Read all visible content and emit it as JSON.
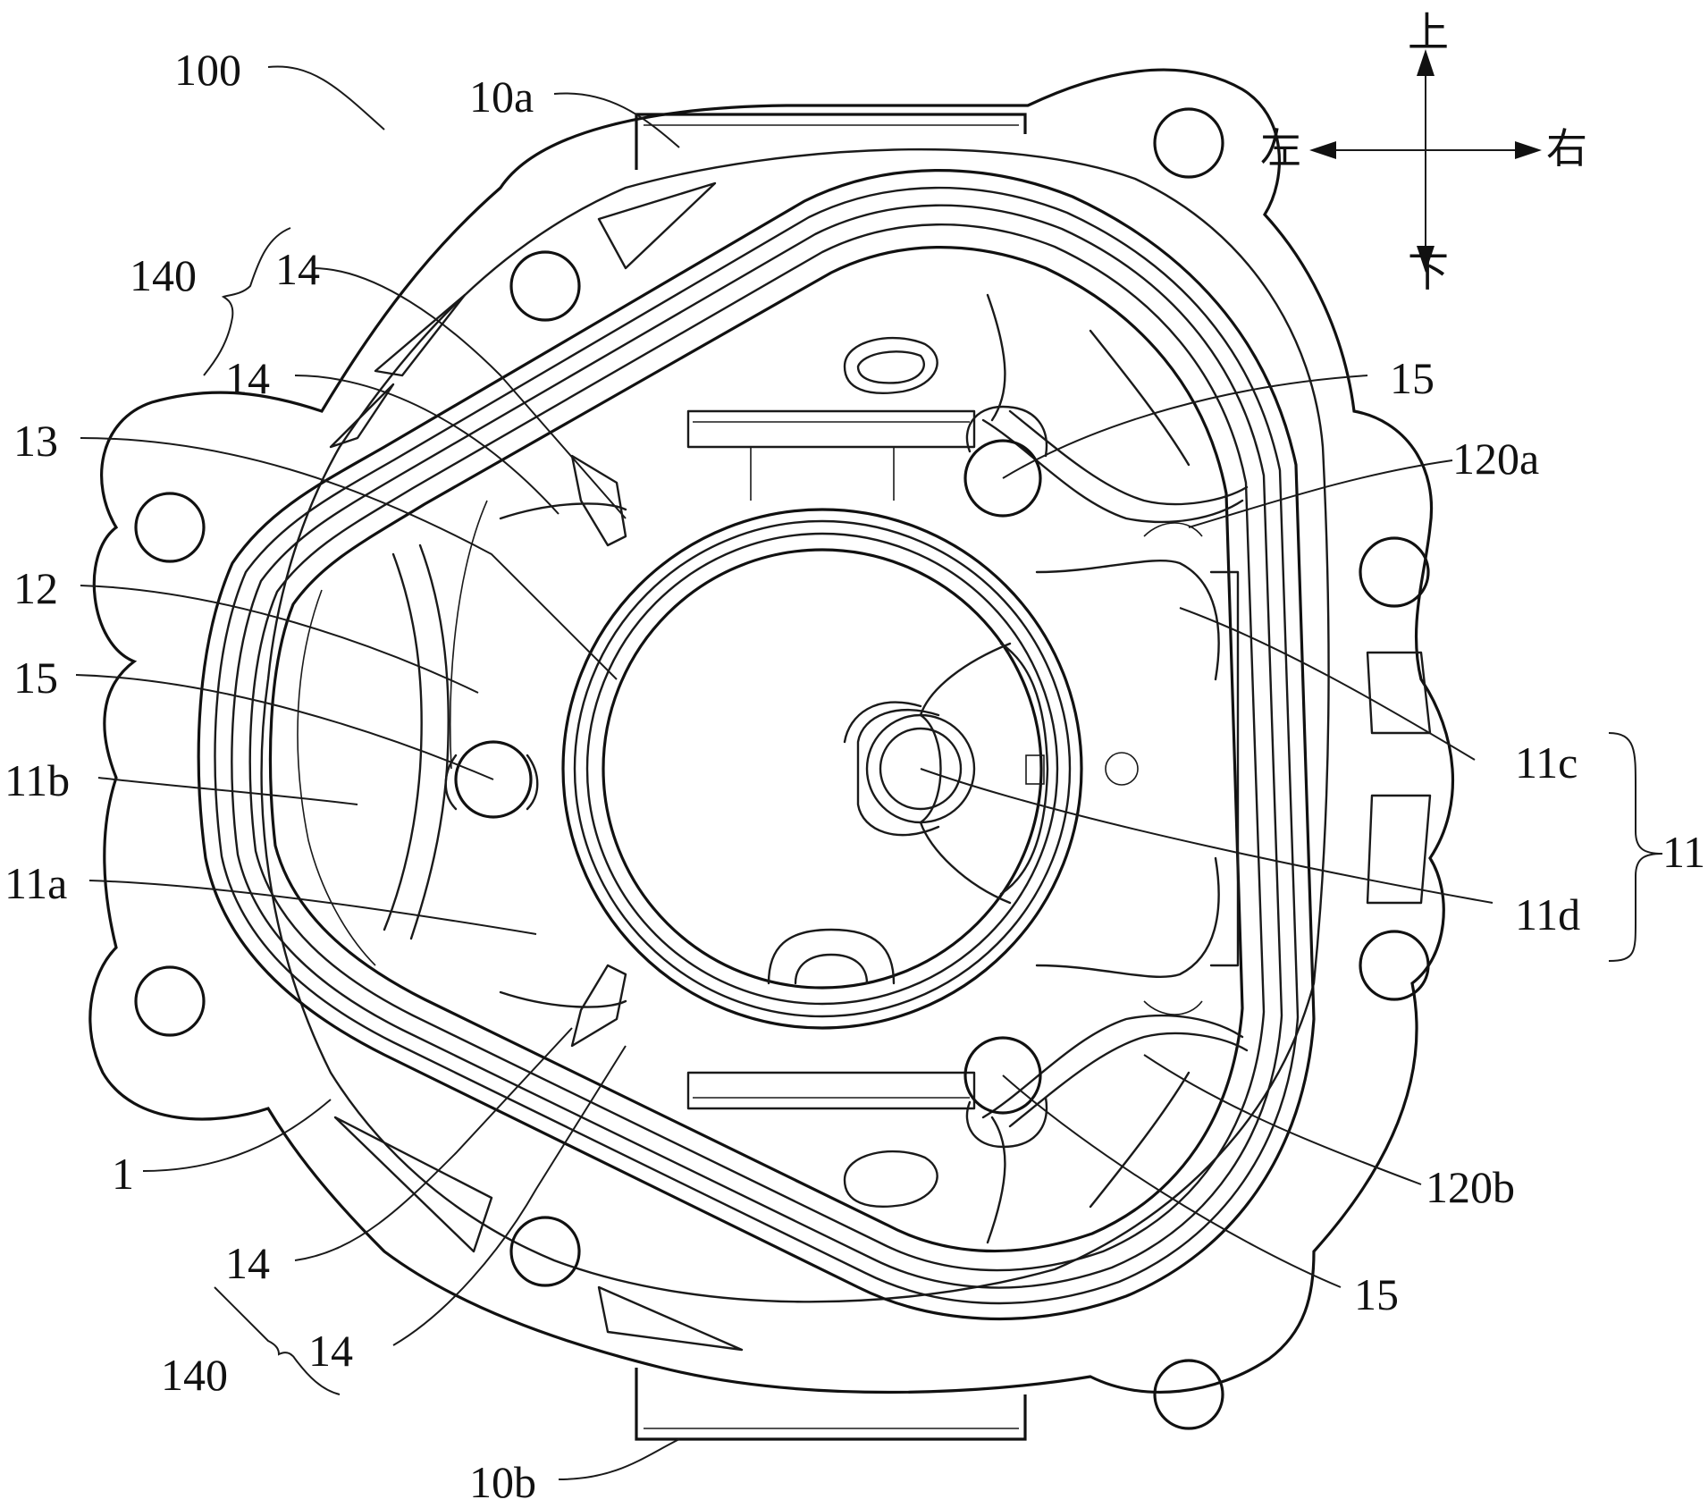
{
  "labels": {
    "l100": "100",
    "l10a": "10a",
    "l10b": "10b",
    "l140_top": "140",
    "l140_bottom": "140",
    "l14_a": "14",
    "l14_b": "14",
    "l14_c": "14",
    "l14_d": "14",
    "l13": "13",
    "l12": "12",
    "l15_left": "15",
    "l15_top_right": "15",
    "l15_bottom_right": "15",
    "l11b": "11b",
    "l11a": "11a",
    "l11c": "11c",
    "l11d": "11d",
    "l11": "11",
    "l120a": "120a",
    "l120b": "120b",
    "l1": "1"
  },
  "compass": {
    "up": "上",
    "down": "下",
    "left": "左",
    "right": "右"
  },
  "colors": {
    "line": "#1a1a1a",
    "background": "#ffffff"
  }
}
